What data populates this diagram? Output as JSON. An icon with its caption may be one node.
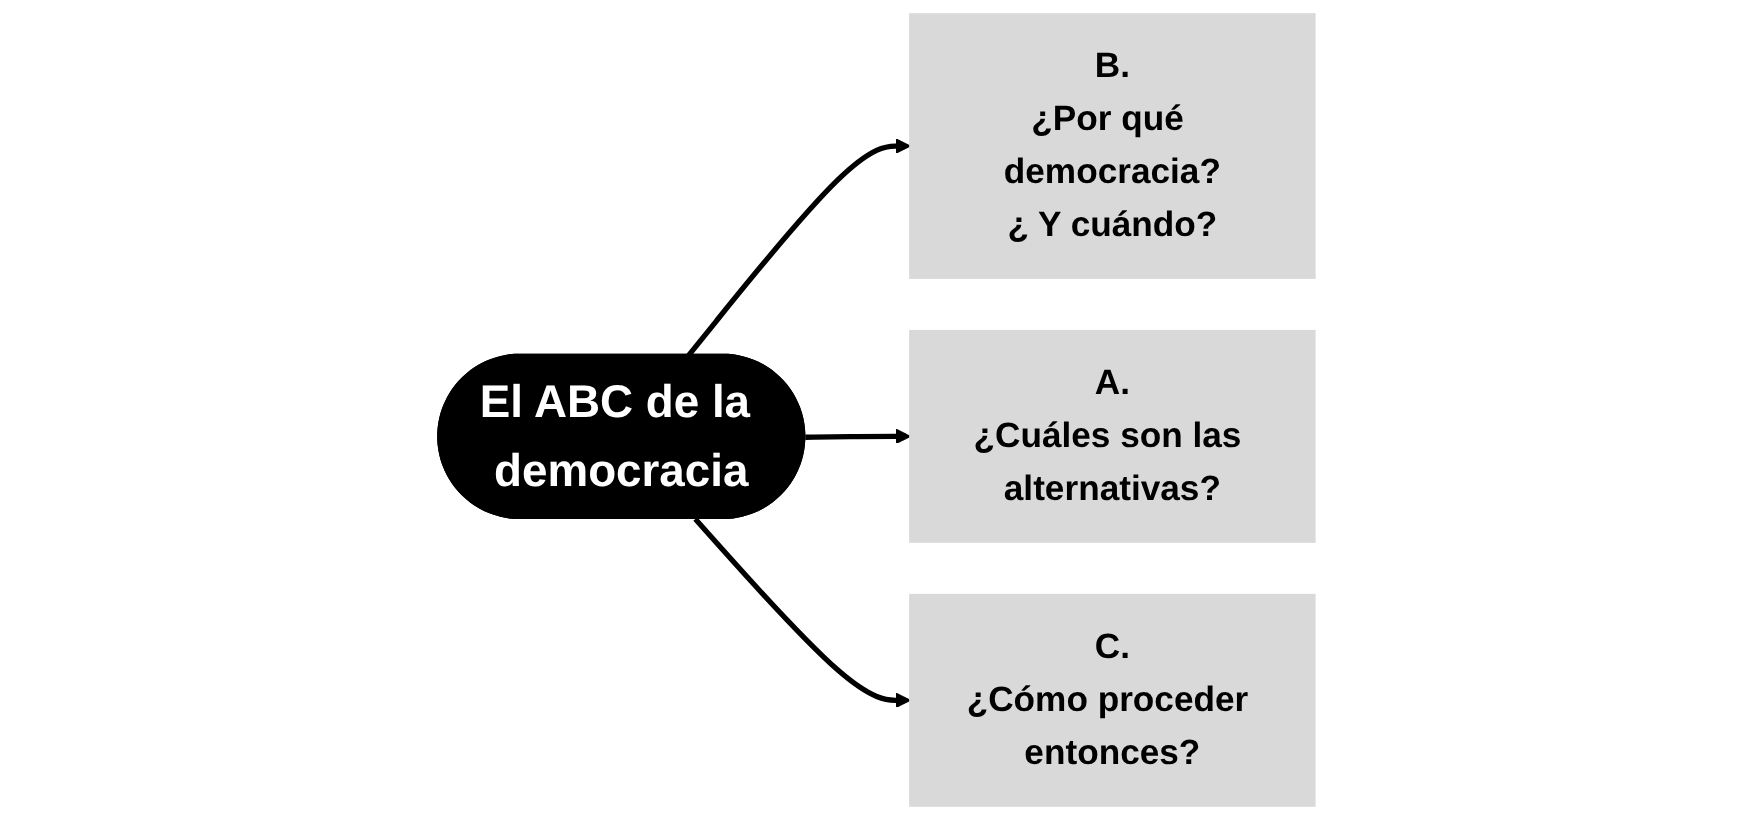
{
  "diagram": {
    "nodes": [
      {
        "text": [
          "B.",
          "¿Por qué democracia?",
          "¿ Y cuándo?"
        ]
      },
      {
        "text": [
          "A.",
          "¿Cuáles son las alternativas?"
        ]
      },
      {
        "text": [
          "El ABC de la democracia"
        ]
      },
      {
        "text": [
          "C.",
          "¿Cómo proceder entonces?"
        ]
      }
    ],
    "edges": [
      {
        "from": 2,
        "to": 0,
        "arrow": "to"
      },
      {
        "from": 2,
        "to": 1,
        "arrow": "to"
      },
      {
        "from": 2,
        "to": 3,
        "arrow": "to"
      }
    ]
  }
}
